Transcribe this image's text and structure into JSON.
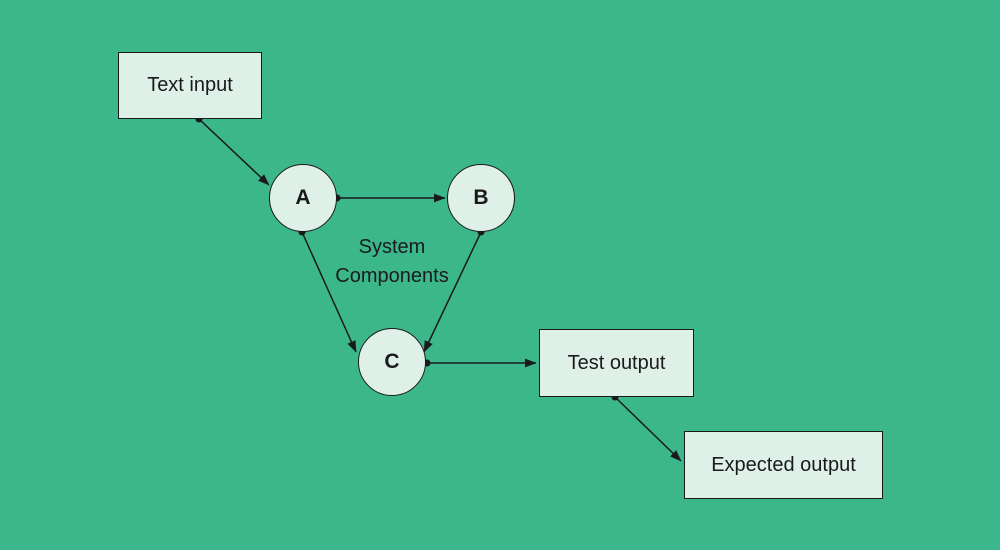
{
  "title": "System components diagram",
  "colors": {
    "background": "#3cb78b",
    "shape_fill": "#def0e8",
    "stroke": "#1a1a1a",
    "text": "#1a1a1a"
  },
  "boxes": {
    "text_input": {
      "label": "Text input"
    },
    "test_output": {
      "label": "Test output"
    },
    "expected_output": {
      "label": "Expected output"
    }
  },
  "nodes": {
    "a": {
      "label": "A"
    },
    "b": {
      "label": "B"
    },
    "c": {
      "label": "C"
    }
  },
  "annotation": {
    "line1": "System",
    "line2": "Components"
  },
  "edges": [
    {
      "from": "Text input",
      "to": "A"
    },
    {
      "from": "A",
      "to": "B"
    },
    {
      "from": "A",
      "to": "C"
    },
    {
      "from": "B",
      "to": "C"
    },
    {
      "from": "C",
      "to": "Test output"
    },
    {
      "from": "Test output",
      "to": "Expected output"
    }
  ]
}
